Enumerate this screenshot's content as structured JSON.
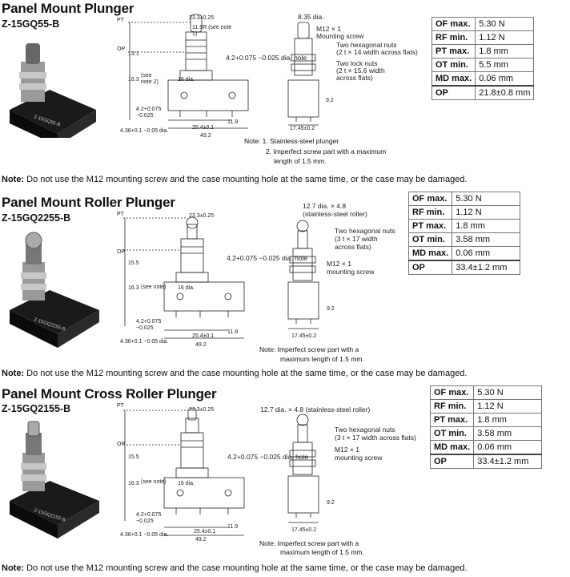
{
  "sections": [
    {
      "title": "Panel Mount Plunger",
      "model": "Z-15GQ55-B",
      "labels": {
        "pt": "PT",
        "op": "OP",
        "d1": "23.3±0.25",
        "r": "11.9R (see note 1)",
        "d2": "13.1",
        "d3": "16.3",
        "d3note": "(see note 2)",
        "d4": "16 dia.",
        "d5": "4.2+0.075 −0.025",
        "hole": "4.2+0.075 −0.025 dia. hole",
        "pin": "4.36+0.1 −0.05 dia.",
        "d6": "25.4±0.1",
        "d7": "11.9",
        "d8": "49.2",
        "side_top": "8.35 dia.",
        "m12": "M12 × 1",
        "mount": "Mounting screw",
        "hex": "Two hexagonal nuts",
        "hexsize": "(2 t × 14 width across flats)",
        "lock": "Two lock nuts",
        "locksize": "(2 t × 15.6 width",
        "locksize2": "across flats)",
        "d9": "9.2",
        "d10": "17.45±0.2"
      },
      "notes": [
        "Note: 1. Stainless-steel plunger",
        "2. Imperfect screw part with a maximum",
        "length of 1.5 mm."
      ],
      "bottom_note_label": "Note:",
      "bottom_note": "Do not use the M12 mounting screw and the case mounting hole at the same time, or the case may be damaged.",
      "specs": [
        [
          "OF max.",
          "5.30 N"
        ],
        [
          "RF min.",
          "1.12 N"
        ],
        [
          "PT max.",
          "1.8 mm"
        ],
        [
          "OT min.",
          "5.5 mm"
        ],
        [
          "MD max.",
          "0.06 mm"
        ]
      ],
      "op": [
        "OP",
        "21.8±0.8 mm"
      ]
    },
    {
      "title": "Panel Mount Roller Plunger",
      "model": "Z-15GQ2255-B",
      "labels": {
        "pt": "PT",
        "op": "OP",
        "d1": "23.3±0.25",
        "d2": "15.5",
        "d3": "16.3",
        "d3note": "(see note)",
        "d4": "16 dia.",
        "d5": "4.2+0.075 −0.025",
        "hole": "4.2+0.075 −0.025 dia. hole",
        "pin": "4.36+0.1 −0.05 dia.",
        "d6": "25.4±0.1",
        "d7": "11.9",
        "d8": "49.2",
        "roller": "12.7 dia. × 4.8",
        "roller2": "(stainless-steel roller)",
        "hex": "Two hexagonal nuts",
        "hexsize": "(3 t × 17 width",
        "hexsize2": "across flats)",
        "m12": "M12 × 1",
        "mount": "mounting screw",
        "d9": "9.2",
        "d10": "17.45±0.2"
      },
      "notes": [
        "Note: Imperfect screw part with a",
        "maximum length of 1.5 mm."
      ],
      "bottom_note_label": "Note:",
      "bottom_note": "Do not use the M12 mounting screw and the case mounting hole at the same time, or the case may be damaged.",
      "specs": [
        [
          "OF max.",
          "5.30 N"
        ],
        [
          "RF min.",
          "1.12 N"
        ],
        [
          "PT max.",
          "1.8 mm"
        ],
        [
          "OT min.",
          "3.58 mm"
        ],
        [
          "MD max.",
          "0.06 mm"
        ]
      ],
      "op": [
        "OP",
        "33.4±1.2 mm"
      ]
    },
    {
      "title": "Panel Mount Cross Roller Plunger",
      "model": "Z-15GQ2155-B",
      "labels": {
        "pt": "PT",
        "op": "OP",
        "d1": "23.3±0.25",
        "d2": "15.5",
        "d3": "16.3",
        "d3note": "(see note)",
        "d4": "16 dia.",
        "d5": "4.2+0.075 −0.025",
        "hole": "4.2+0.075 −0.025 dia. hole",
        "pin": "4.36+0.1 −0.05 dia.",
        "d6": "25.4±0.1",
        "d7": "11.9",
        "d8": "49.2",
        "roller": "12.7 dia. × 4.8 (stainless-steel roller)",
        "hex": "Two hexagonal nuts",
        "hexsize": "(3 t × 17 width across flats)",
        "m12": "M12 × 1",
        "mount": "mounting screw",
        "d9": "9.2",
        "d10": "17.45±0.2"
      },
      "notes": [
        "Note: Imperfect screw part with a",
        "maximum length of 1.5 mm."
      ],
      "bottom_note_label": "Note:",
      "bottom_note": "Do not use the M12 mounting screw and the case mounting hole at the same time, or the case may be damaged.",
      "specs": [
        [
          "OF max.",
          "5.30 N"
        ],
        [
          "RF min.",
          "1.12 N"
        ],
        [
          "PT max.",
          "1.8 mm"
        ],
        [
          "OT min.",
          "3.58 mm"
        ],
        [
          "MD max.",
          "0.06 mm"
        ]
      ],
      "op": [
        "OP",
        "33.4±1.2 mm"
      ]
    }
  ]
}
